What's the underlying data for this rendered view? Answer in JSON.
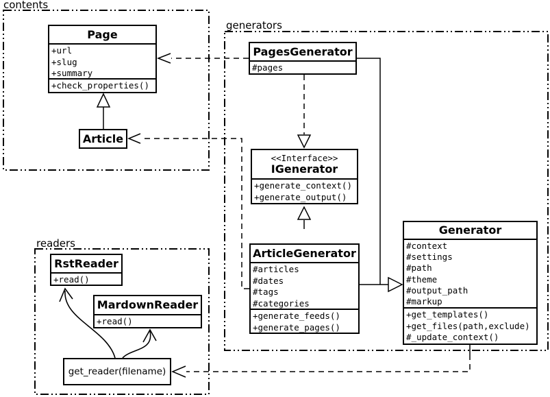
{
  "diagram": {
    "packages": {
      "contents": "contents",
      "generators": "generators",
      "readers": "readers"
    },
    "classes": {
      "page": {
        "name": "Page",
        "attributes": [
          "+url",
          "+slug",
          "+summary"
        ],
        "methods": [
          "+check_properties()"
        ]
      },
      "article": {
        "name": "Article"
      },
      "pagesGenerator": {
        "name": "PagesGenerator",
        "attributes": [
          "#pages"
        ]
      },
      "iGenerator": {
        "stereotype": "<<Interface>>",
        "name": "IGenerator",
        "methods": [
          "+generate_context()",
          "+generate_output()"
        ]
      },
      "articleGenerator": {
        "name": "ArticleGenerator",
        "attributes": [
          "#articles",
          "#dates",
          "#tags",
          "#categories"
        ],
        "methods": [
          "+generate_feeds()",
          "+generate_pages()"
        ]
      },
      "generator": {
        "name": "Generator",
        "attributes": [
          "#context",
          "#settings",
          "#path",
          "#theme",
          "#output_path",
          "#markup"
        ],
        "methods": [
          "+get_templates()",
          "+get_files(path,exclude)",
          "#_update_context()"
        ]
      },
      "rstReader": {
        "name": "RstReader",
        "methods": [
          "+read()"
        ]
      },
      "markdownReader": {
        "name": "MardownReader",
        "methods": [
          "+read()"
        ]
      },
      "getReader": {
        "label": "get_reader(filename)"
      }
    },
    "colors": {
      "line": "#000000",
      "background": "#ffffff"
    }
  }
}
